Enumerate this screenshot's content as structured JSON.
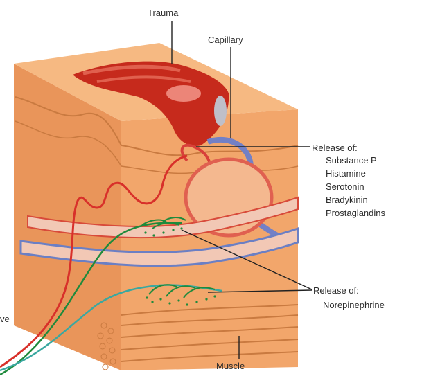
{
  "labels": {
    "trauma": "Trauma",
    "capillary": "Capillary",
    "release_1": {
      "heading": "Release of:",
      "items": [
        "Substance P",
        "Histamine",
        "Serotonin",
        "Bradykinin",
        "Prostaglandins"
      ]
    },
    "release_2": {
      "heading": "Release of:",
      "items": [
        "Norepinephrine"
      ]
    },
    "muscle": "Muscle",
    "nerve_partial": "ve"
  },
  "colors": {
    "tissue": "#f2a66b",
    "tissue_light": "#f8c8a0",
    "tissue_dark": "#dd8548",
    "trauma_red": "#c62a1c",
    "artery_red": "#e04a3a",
    "vein_blue": "#6b7fc4",
    "nerve_green": "#1f8a3c",
    "nerve_teal": "#3aa8a0",
    "leader_line": "#222222",
    "text": "#2b2b2b"
  },
  "icons": [
    "skin-block-illustration"
  ]
}
